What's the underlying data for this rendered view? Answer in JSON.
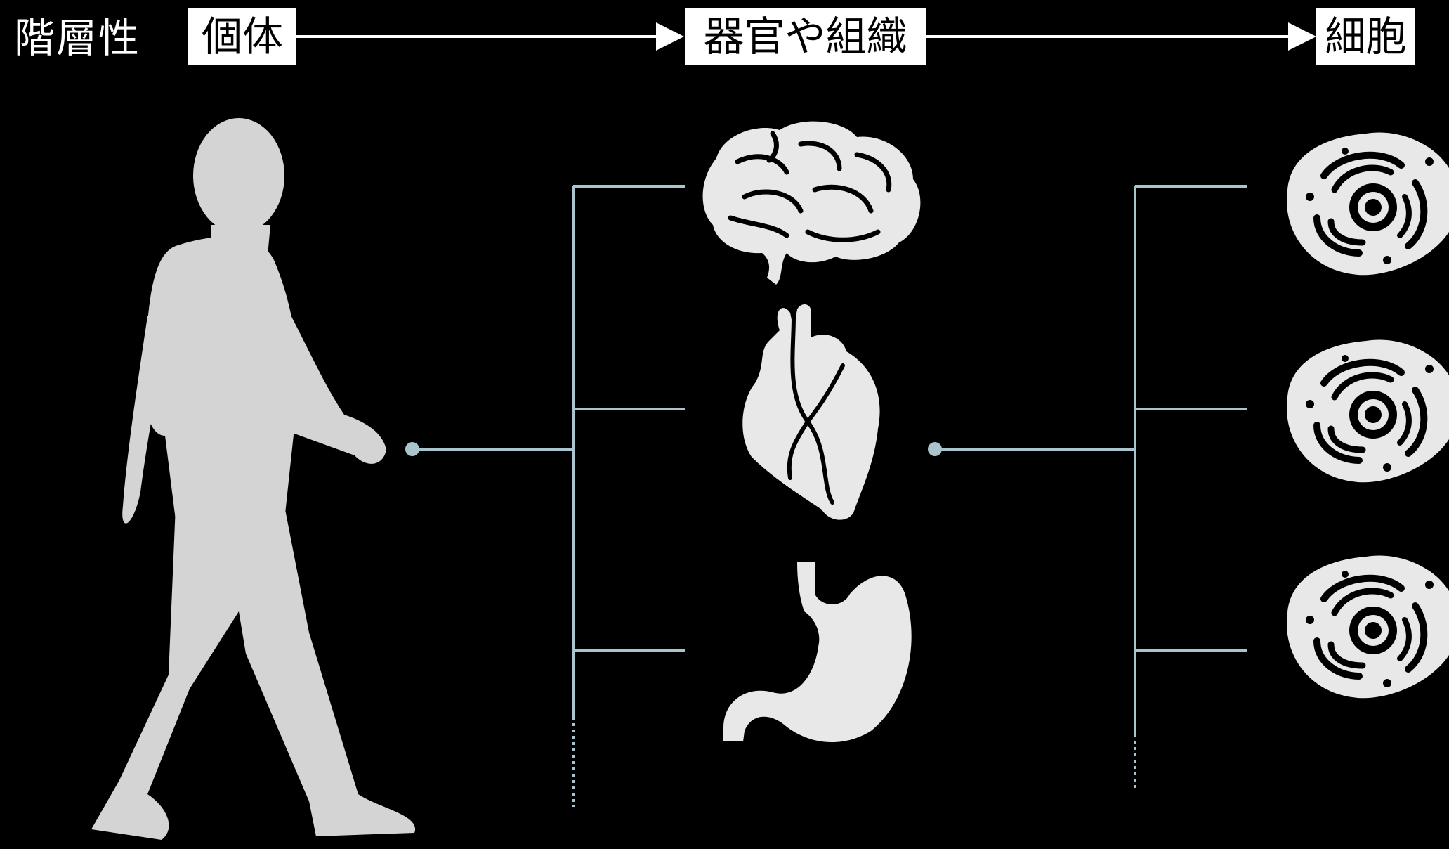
{
  "title": "階層性",
  "levels": {
    "individual": "個体",
    "organ": "器官や組織",
    "cell": "細胞"
  },
  "icons": {
    "individual": "walking-person-icon",
    "organs": [
      "brain-icon",
      "heart-icon",
      "stomach-icon"
    ],
    "cells": [
      "cell-icon",
      "cell-icon",
      "cell-icon"
    ]
  },
  "colors": {
    "background": "#000000",
    "connector": "#a9c4cc",
    "silhouette": "#d4d4d4",
    "organ_fill": "#e8e8e8",
    "label_box": "#ffffff"
  }
}
